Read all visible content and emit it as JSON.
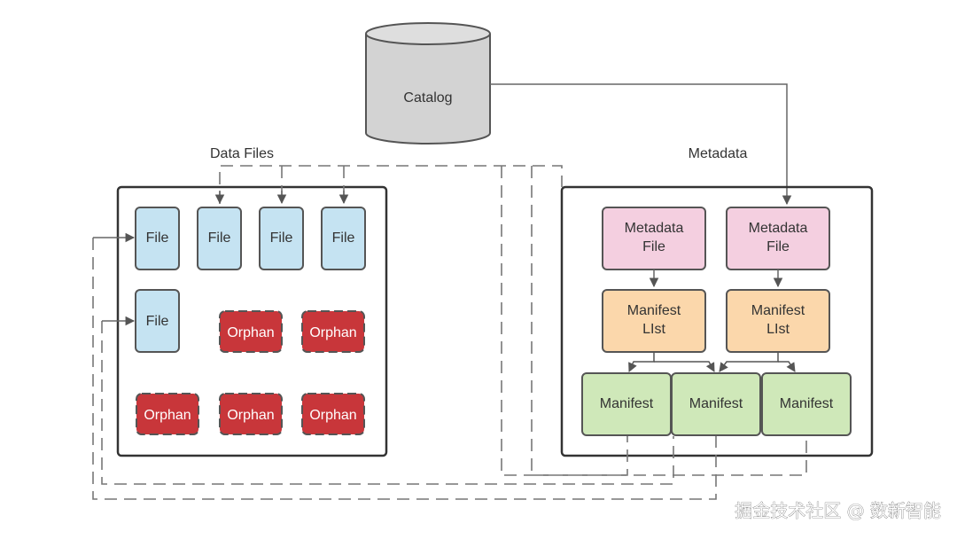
{
  "catalog": {
    "label": "Catalog"
  },
  "data_files": {
    "title": "Data Files",
    "files": [
      "File",
      "File",
      "File",
      "File",
      "File"
    ],
    "orphans": [
      "Orphan",
      "Orphan",
      "Orphan",
      "Orphan",
      "Orphan"
    ]
  },
  "metadata": {
    "title": "Metadata",
    "metadata_files": [
      {
        "line1": "Metadata",
        "line2": "File"
      },
      {
        "line1": "Metadata",
        "line2": "File"
      }
    ],
    "manifest_lists": [
      {
        "line1": "Manifest",
        "line2": "LIst"
      },
      {
        "line1": "Manifest",
        "line2": "LIst"
      }
    ],
    "manifests": [
      "Manifest",
      "Manifest",
      "Manifest"
    ]
  },
  "colors": {
    "file_fill": "#c5e3f2",
    "orphan_fill": "#c8363a",
    "metadata_file_fill": "#f4cfe0",
    "manifest_list_fill": "#fbd7ab",
    "manifest_fill": "#cfe8b9",
    "catalog_fill": "#d3d3d3",
    "stroke": "#555555"
  },
  "watermark": "掘金技术社区 @ 数新智能"
}
